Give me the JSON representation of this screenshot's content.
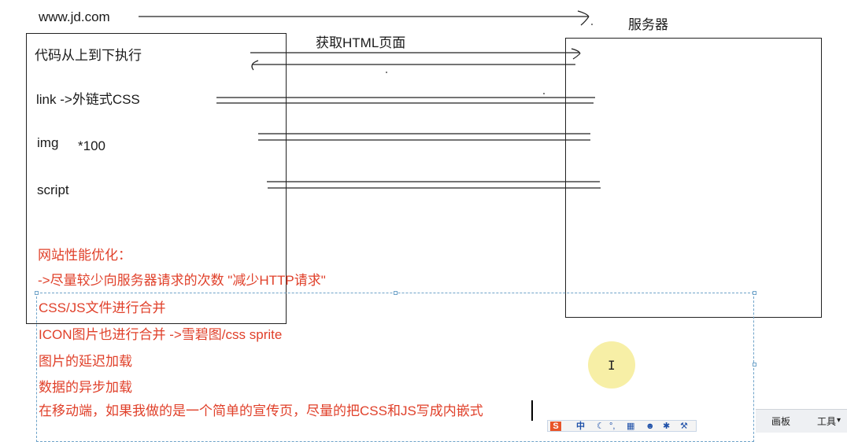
{
  "diagram": {
    "url_label": "www.jd.com",
    "server_label": "服务器",
    "fetch_label": "获取HTML页面",
    "browser_steps": [
      "代码从上到下执行",
      "link ->外链式CSS",
      "img",
      "*100",
      "script"
    ],
    "optimization": {
      "heading": "网站性能优化：",
      "items": [
        "->尽量较少向服务器请求的次数 \"减少HTTP请求\"",
        "CSS/JS文件进行合并",
        "ICON图片也进行合并 ->雪碧图/css sprite",
        "图片的延迟加载",
        "数据的异步加载",
        "在移动端，如果我做的是一个简单的宣传页，尽量的把CSS和JS写成内嵌式"
      ]
    }
  },
  "cursor_symbol": "I",
  "ime_toolbar": {
    "icons": [
      "sogou-logo-icon",
      "lang-toggle-icon",
      "moon-icon",
      "punctuation-icon",
      "keyboard-icon",
      "user-icon",
      "settings-icon",
      "tools-icon"
    ],
    "lang": "中"
  },
  "side_panel": {
    "tab_canvas": "画板",
    "tab_tools": "工具",
    "tools_caret": "▾"
  },
  "colors": {
    "red_text": "#e0402a",
    "selection": "#6fa3c9",
    "halo": "#f6ec96"
  }
}
